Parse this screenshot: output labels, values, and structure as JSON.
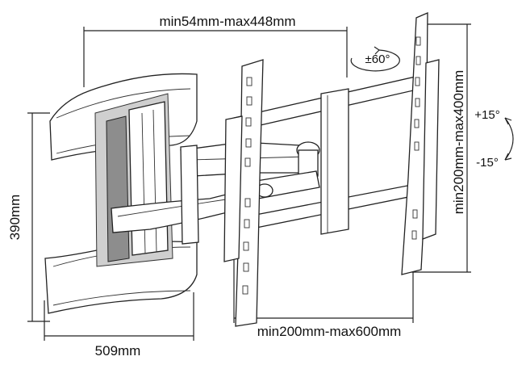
{
  "dimensions": {
    "depth_range": "min54mm-max448mm",
    "swivel": "±60°",
    "tilt_up": "+15°",
    "tilt_down": "-15°",
    "vertical_vesa": "min200mm-max400mm",
    "wall_plate_height": "390mm",
    "wall_plate_width": "509mm",
    "horizontal_vesa": "min200mm-max600mm"
  }
}
